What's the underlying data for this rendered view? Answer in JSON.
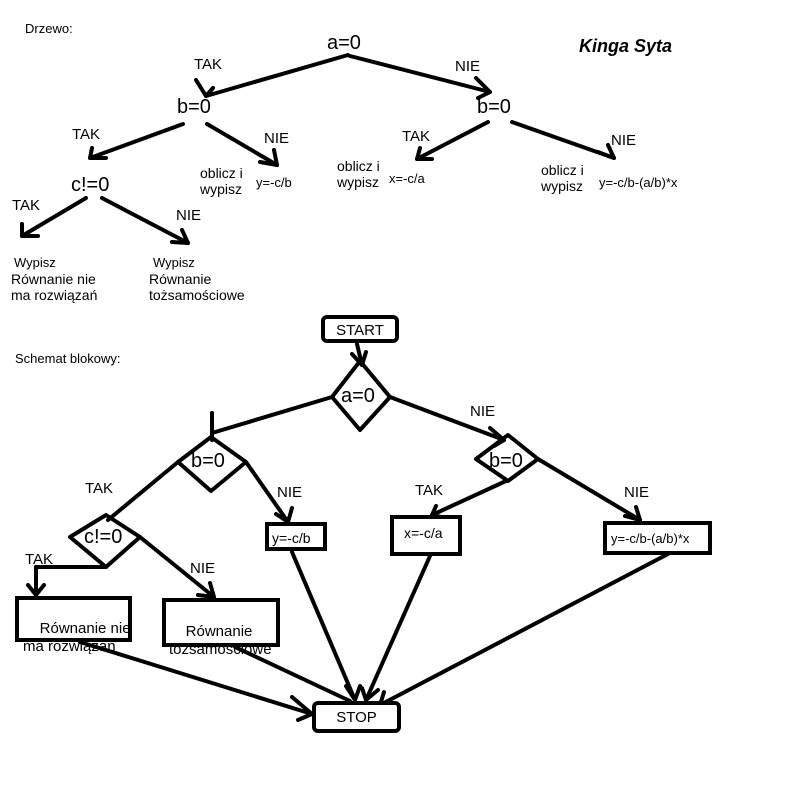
{
  "header": {
    "tree_label": "Drzewo:",
    "author": "Kinga Syta"
  },
  "tree": {
    "root": "a=0",
    "root_yes": "TAK",
    "root_no": "NIE",
    "left_b": "b=0",
    "right_b": "b=0",
    "left_b_yes": "TAK",
    "left_b_no": "NIE",
    "right_b_yes": "TAK",
    "right_b_no": "NIE",
    "c_cond": "c!=0",
    "c_yes": "TAK",
    "c_no": "NIE",
    "leaf_y1_note": "oblicz i\nwypisz",
    "leaf_y1_value": "y=-c/b",
    "leaf_x_note": "oblicz i\nwypisz",
    "leaf_x_value": "x=-c/a",
    "leaf_y2_note": "oblicz i\nwypisz",
    "leaf_y2_value": "y=-c/b-(a/b)*x",
    "leaf_none_prefix": "Wypisz",
    "leaf_none_text": "Równanie nie\nma rozwiązań",
    "leaf_ident_prefix": "Wypisz",
    "leaf_ident_text": "Równanie\ntożsamościowe"
  },
  "flowchart": {
    "label": "Schemat blokowy:",
    "start": "START",
    "stop": "STOP",
    "cond_a": "a=0",
    "cond_b_left": "b=0",
    "cond_b_right": "b=0",
    "cond_c": "c!=0",
    "tak_b_left": "TAK",
    "nie_a": "NIE",
    "nie_b_left": "NIE",
    "tak_b_right": "TAK",
    "nie_b_right": "NIE",
    "tak_c": "TAK",
    "nie_c": "NIE",
    "box_y1": "y=-c/b",
    "box_x": "x=-c/a",
    "box_y2": "y=-c/b-(a/b)*x",
    "box_none": "Równanie nie\nma rozwiązań",
    "box_ident": "Równanie\ntożsamościowe"
  }
}
